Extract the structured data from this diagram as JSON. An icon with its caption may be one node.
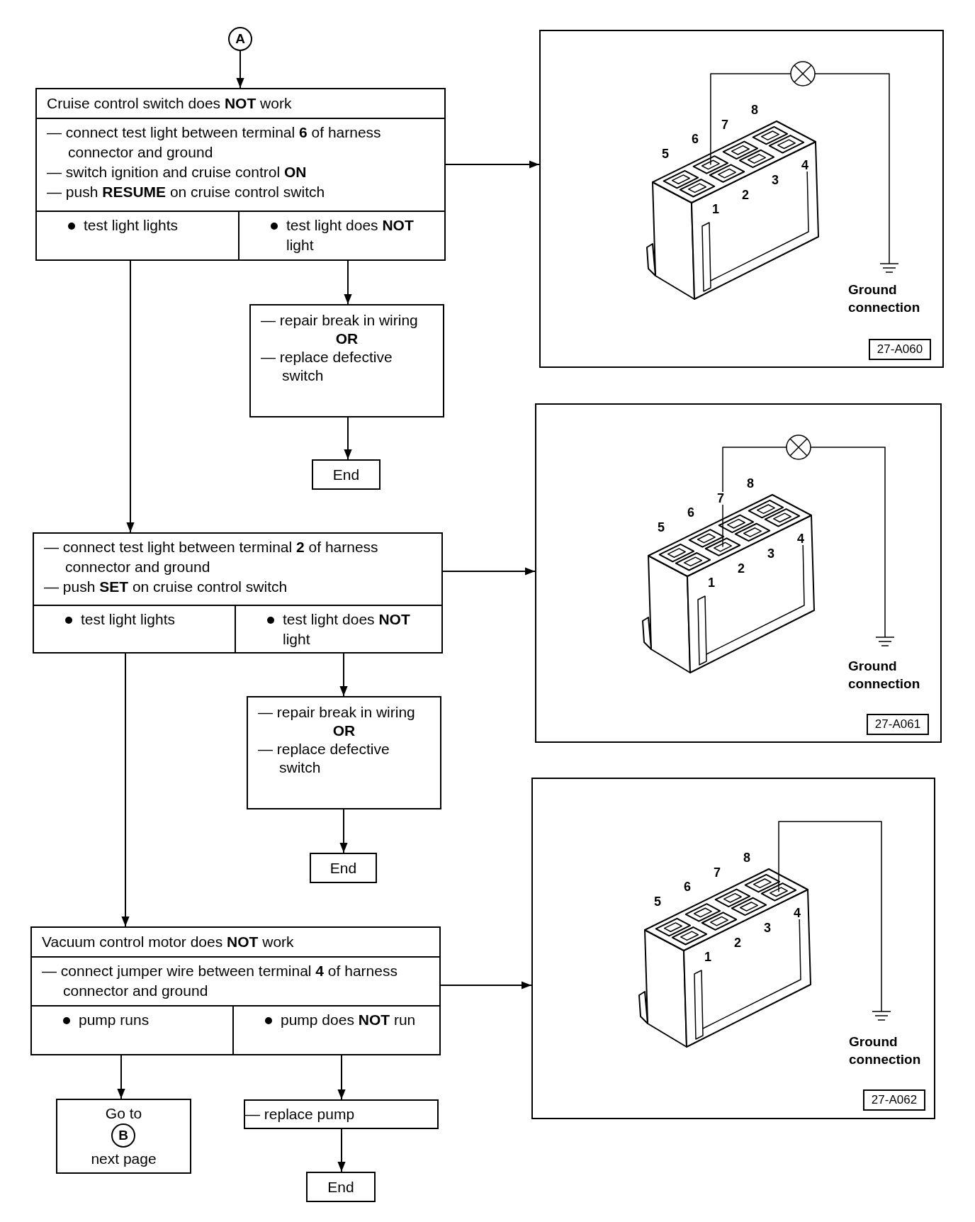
{
  "diagram": {
    "nodes": [
      {
        "text": [
          "A"
        ]
      },
      {
        "text": [
          "Cruise control switch does **NOT** work",
          "— connect test light between terminal **6** of harness connector and ground",
          "— switch ignition and cruise control **ON**",
          "— push **RESUME** on cruise control switch"
        ]
      },
      {
        "text": [
          "test light lights"
        ],
        "in": 1
      },
      {
        "text": [
          "test light does **NOT** light"
        ],
        "in": 1
      },
      {
        "text": [
          "— repair break in wiring",
          "OR",
          "— replace defective switch"
        ]
      },
      {
        "text": [
          "End"
        ]
      },
      {
        "text": [
          "Ground connection"
        ]
      },
      {
        "text": [
          "27-A060"
        ],
        "in": 6
      },
      {
        "text": [
          "— connect test light between terminal **2** of harness connector and ground",
          "— push **SET** on cruise control switch"
        ]
      },
      {
        "text": [
          "test light lights"
        ],
        "in": 8
      },
      {
        "text": [
          "test light does **NOT** light"
        ],
        "in": 8
      },
      {
        "text": [
          "— repair break in wiring",
          "OR",
          "— replace defective switch"
        ]
      },
      {
        "text": [
          "End"
        ]
      },
      {
        "text": [
          "Ground connection"
        ]
      },
      {
        "text": [
          "27-A061"
        ],
        "in": 13
      },
      {
        "text": [
          "Vacuum control motor does **NOT** work",
          "— connect jumper wire between terminal **4** of harness connector and ground"
        ]
      },
      {
        "text": [
          "pump runs"
        ],
        "in": 15
      },
      {
        "text": [
          "pump does **NOT** run"
        ],
        "in": 15
      },
      {
        "text": [
          "Go to",
          "next page"
        ]
      },
      {
        "text": [
          "B"
        ],
        "in": 18
      },
      {
        "text": [
          "— replace pump"
        ]
      },
      {
        "text": [
          "End"
        ]
      },
      {
        "text": [
          "Ground connection"
        ]
      },
      {
        "text": [
          "27-A062"
        ],
        "in": 22
      }
    ],
    "edges": [
      {
        "from": 0,
        "to": 1,
        "arrow": "to"
      },
      {
        "from": 1,
        "to": 6,
        "arrow": "to"
      },
      {
        "from": 3,
        "to": 4,
        "arrow": "to"
      },
      {
        "from": 4,
        "to": 5,
        "arrow": "to"
      },
      {
        "from": 2,
        "to": 8,
        "arrow": "to"
      },
      {
        "from": 8,
        "to": 13,
        "arrow": "to"
      },
      {
        "from": 10,
        "to": 11,
        "arrow": "to"
      },
      {
        "from": 11,
        "to": 12,
        "arrow": "to"
      },
      {
        "from": 9,
        "to": 15,
        "arrow": "to"
      },
      {
        "from": 15,
        "to": 22,
        "arrow": "to"
      },
      {
        "from": 16,
        "to": 18,
        "arrow": "to"
      },
      {
        "from": 17,
        "to": 20,
        "arrow": "to"
      },
      {
        "from": 20,
        "to": 21,
        "arrow": "to"
      }
    ],
    "labels": [
      "8",
      "7",
      "6",
      "5",
      "4",
      "3",
      "2",
      "1",
      "8",
      "7",
      "6",
      "5",
      "4",
      "3",
      "2",
      "1",
      "8",
      "7",
      "6",
      "5",
      "4",
      "3",
      "2",
      "1"
    ]
  }
}
